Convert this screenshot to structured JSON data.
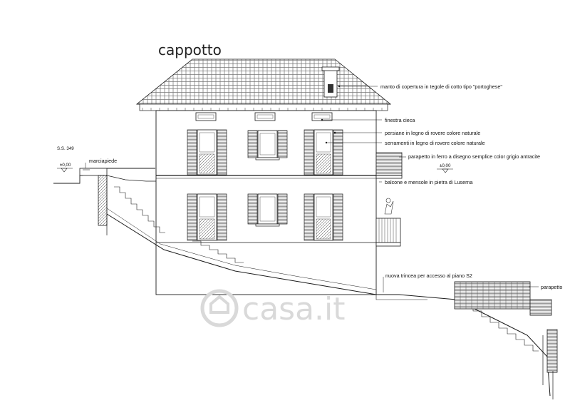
{
  "title": "cappotto",
  "road_label": "S.S. 349",
  "sidewalk_label": "marciapiede",
  "level_left": "±0,00",
  "level_right": "±0,00",
  "annotations": {
    "roof": "manto di copertura in tegole di cotto tipo \"portoghese\"",
    "blind_window": "finestra cieca",
    "shutters": "persiane in legno di rovere colore naturale",
    "frames": "serramenti in legno di rovere colore naturale",
    "parapet_iron": "parapetto in ferro a disegno semplice color grigio antracite",
    "balcony": "balcone e mensole in pietra di Luserna",
    "trench": "nuova trincea per accesso al piano S2",
    "parapet": "parapetto"
  },
  "watermark": {
    "brand": "casa.it",
    "icon": "house-logo-icon"
  },
  "colors": {
    "line": "#1a1a1a",
    "paper": "#ffffff",
    "watermark": "#d9d9d9"
  }
}
